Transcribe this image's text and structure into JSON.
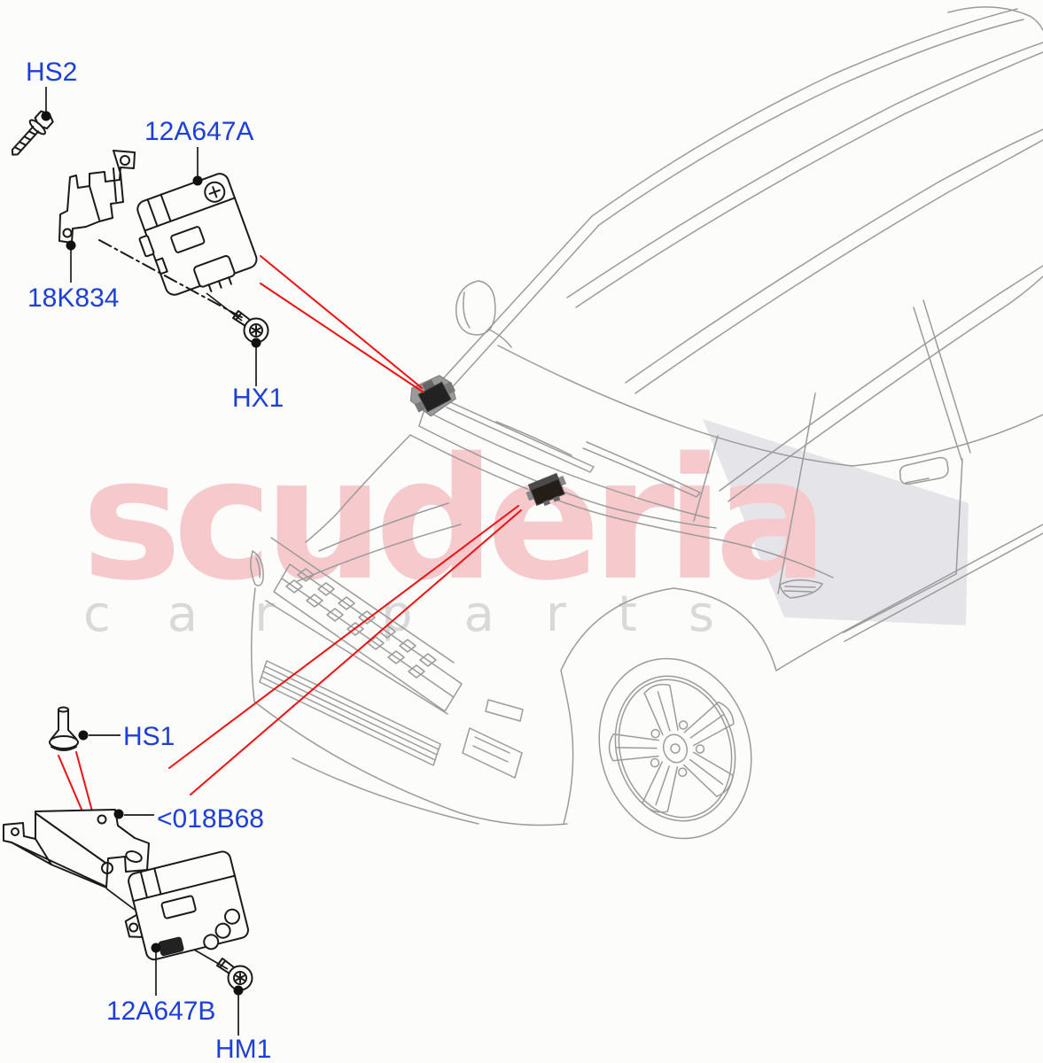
{
  "diagram": {
    "type": "vehicle-parts-diagram",
    "vehicle": "SUV front three-quarter line drawing",
    "callouts": {
      "hs2": {
        "label": "HS2",
        "part": "flanged hex bolt"
      },
      "module_a": {
        "label": "12A647A",
        "part": "control module with bracket"
      },
      "bracket_top": {
        "label": "18K834",
        "part": "mounting bracket"
      },
      "hx1": {
        "label": "HX1",
        "part": "torx screw"
      },
      "hs1": {
        "label": "HS1",
        "part": "mounting stud"
      },
      "bracket_bottom": {
        "label": "<018B68",
        "part": "mounting bracket plate"
      },
      "module_b": {
        "label": "12A647B",
        "part": "control module"
      },
      "hm1": {
        "label": "HM1",
        "part": "torx screw"
      }
    },
    "watermark": {
      "brand": "scuderia",
      "tagline_first": "car",
      "tagline_second": "parts"
    },
    "colors": {
      "label_blue": "#1d3fd8",
      "locator_red": "#ee1111",
      "car_outline_gray": "#9b9b9b",
      "part_outline_black": "#1a1a1a",
      "watermark_pink": "#f6c9cd",
      "watermark_gray": "#d9d9d9",
      "flag_cell_gray": "#e5e5e9",
      "background": "#fcfcfa"
    }
  }
}
